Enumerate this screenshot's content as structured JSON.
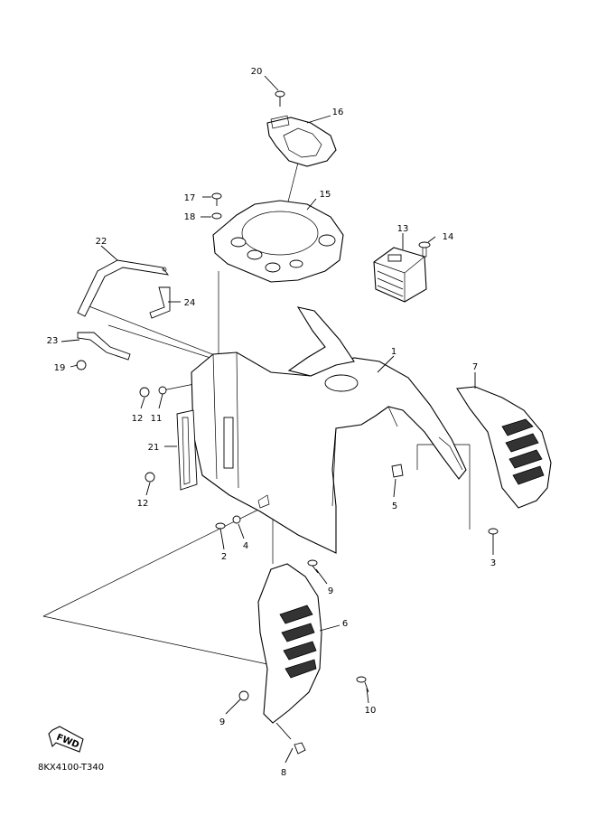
{
  "diagram_code": "8KX4100-T340",
  "fwd_label": "FWD",
  "colors": {
    "line": "#000000",
    "background": "#ffffff"
  },
  "callouts": [
    "1",
    "2",
    "3",
    "4",
    "5",
    "6",
    "7",
    "8",
    "9",
    "9",
    "10",
    "11",
    "12",
    "12",
    "13",
    "14",
    "15",
    "16",
    "17",
    "18",
    "19",
    "20",
    "21",
    "22",
    "23",
    "24"
  ]
}
